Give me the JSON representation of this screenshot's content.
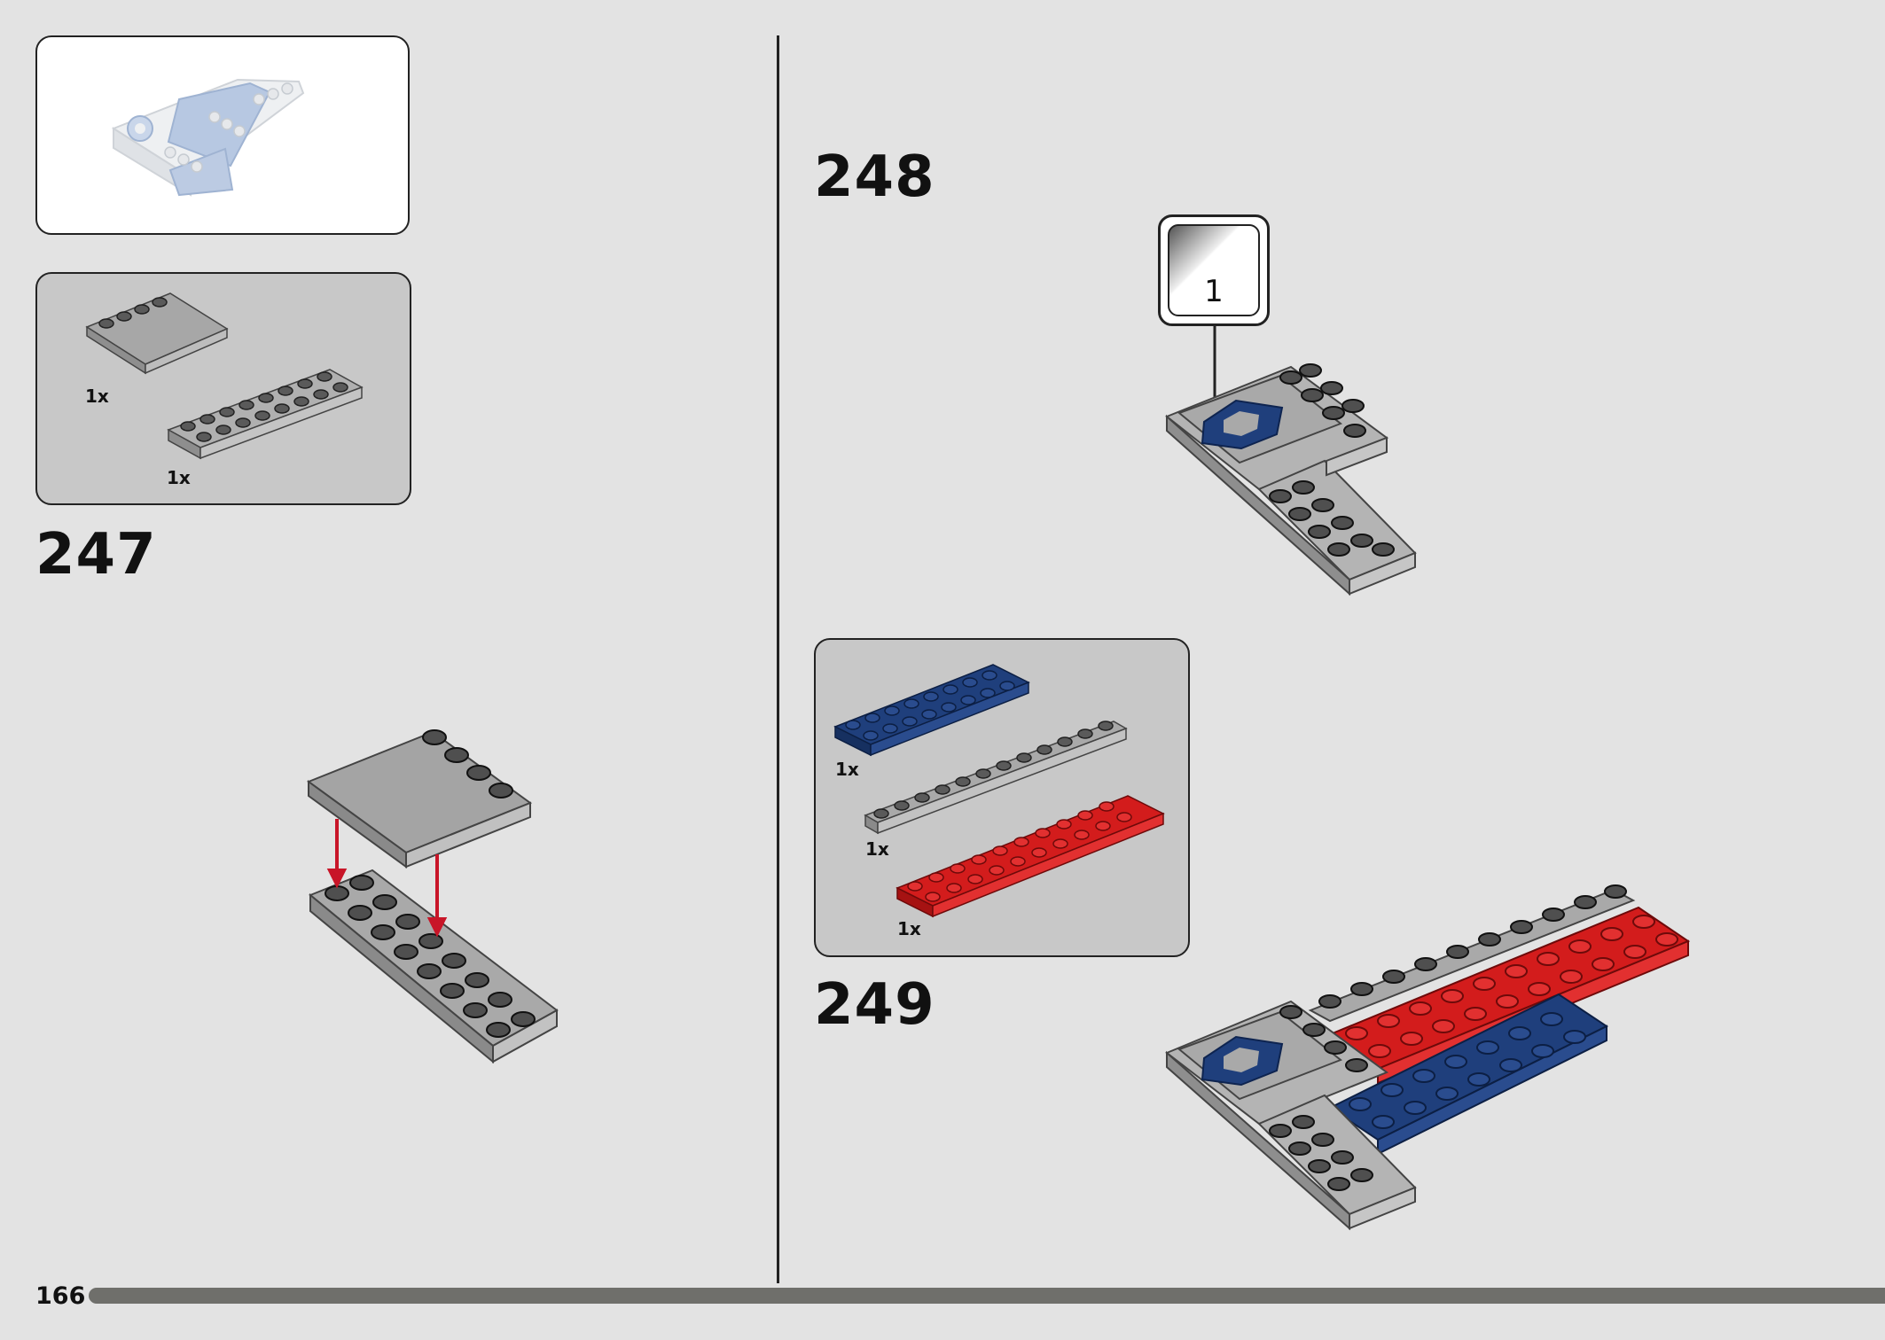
{
  "page": {
    "number": "166",
    "progress": 1.0
  },
  "colors": {
    "background": "#e3e3e3",
    "light_gray": "#a9a9a9",
    "dark_blue": "#1f3f7c",
    "red": "#d31c1c",
    "arrow": "#c81528"
  },
  "steps": [
    {
      "number": "247",
      "parts": [
        {
          "qty": "1x",
          "part": "light-gray 4x4 tile with studs on edge"
        },
        {
          "qty": "1x",
          "part": "light-gray 2x8 plate"
        }
      ]
    },
    {
      "number": "248",
      "callout": {
        "sticker_number": "1"
      }
    },
    {
      "number": "249",
      "parts": [
        {
          "qty": "1x",
          "part": "dark-blue 2x8 plate"
        },
        {
          "qty": "1x",
          "part": "light-gray 1x12 plate"
        },
        {
          "qty": "1x",
          "part": "red 2x10 plate"
        }
      ]
    }
  ]
}
